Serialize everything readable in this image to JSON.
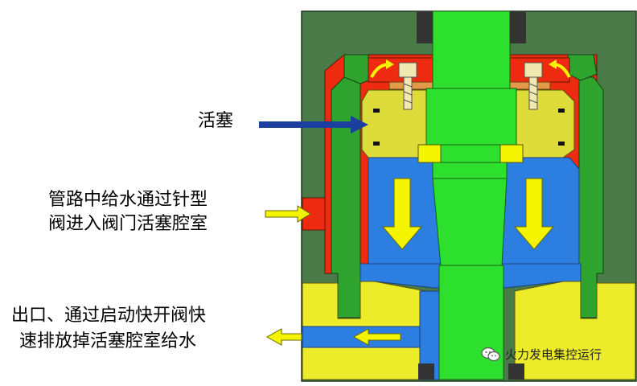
{
  "labels": {
    "piston": "活塞",
    "inlet_line1": "管路中给水通过针型",
    "inlet_line2": "阀进入阀门活塞腔室",
    "outlet_line1": "出口、通过启动快开阀快",
    "outlet_line2": "速排放掉活塞腔室给水"
  },
  "watermark": {
    "text": "火力发电集控运行",
    "icon": "wechat-icon"
  },
  "colors": {
    "housing": "#4a7a48",
    "stem": "#2ee02e",
    "piston": "#dedc3a",
    "chamber_blue": "#2c7fe0",
    "red_inlet": "#ee2b10",
    "lower_yellow": "#ecec2a",
    "arrow_yellow": "#f4f400",
    "arrow_dark_blue": "#1a3f9e"
  }
}
